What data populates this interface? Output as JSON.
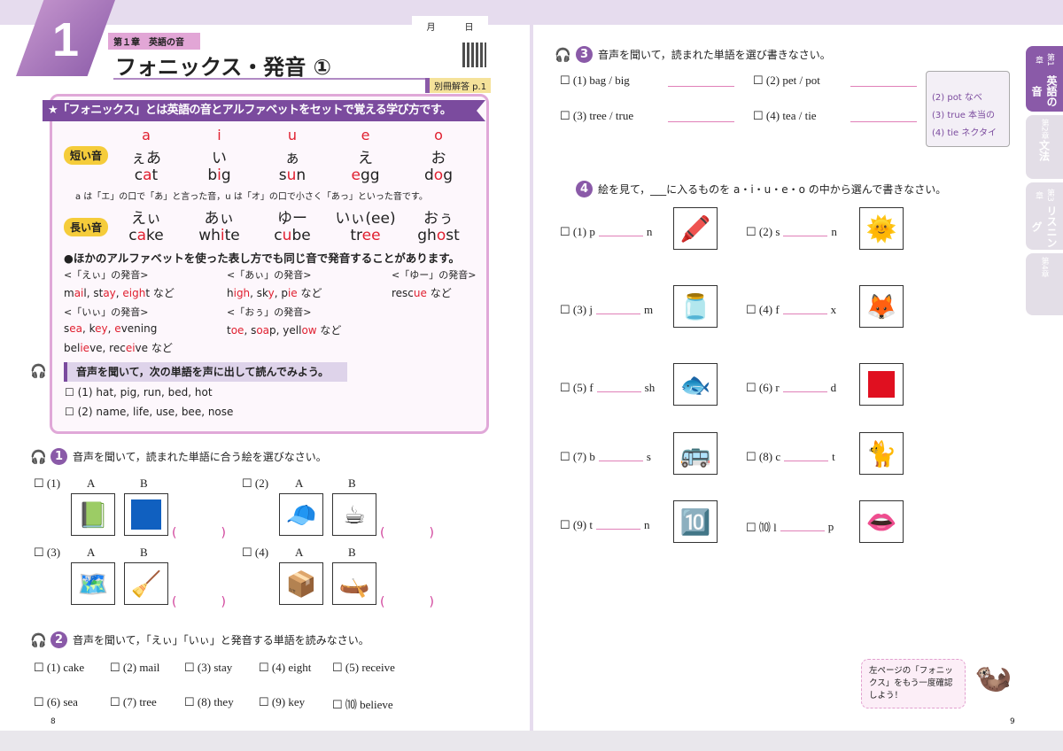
{
  "left": {
    "unit_number": "1",
    "chapter": "第１章　英語の音",
    "title": "フォニックス・発音 ①",
    "date": {
      "month": "月",
      "day": "日"
    },
    "answer_ref": "別冊解答 p.1",
    "intro": "★「フォニックス」とは英語の音とアルファベットをセットで覚える学び方です。",
    "short_label": "短い音",
    "long_label": "長い音",
    "vowels": [
      "a",
      "i",
      "u",
      "e",
      "o"
    ],
    "short_kana": [
      "ぇあ",
      "い",
      "ぁ",
      "え",
      "お"
    ],
    "short_words": [
      [
        [
          "c",
          0
        ],
        [
          "a",
          1
        ],
        [
          "t",
          0
        ]
      ],
      [
        [
          "b",
          0
        ],
        [
          "i",
          1
        ],
        [
          "g",
          0
        ]
      ],
      [
        [
          "s",
          0
        ],
        [
          "u",
          1
        ],
        [
          "n",
          0
        ]
      ],
      [
        [
          "e",
          1
        ],
        [
          "gg",
          0
        ]
      ],
      [
        [
          "d",
          0
        ],
        [
          "o",
          1
        ],
        [
          "g",
          0
        ]
      ]
    ],
    "short_note": "a は「エ」の口で「あ」と言った音，u は「オ」の口で小さく「あっ」といった音です。",
    "long_kana": [
      "えぃ",
      "あぃ",
      "ゆー",
      "いぃ(ee)",
      "おぅ"
    ],
    "long_words": [
      [
        [
          "c",
          0
        ],
        [
          "a",
          1
        ],
        [
          "ke",
          0
        ]
      ],
      [
        [
          "wh",
          0
        ],
        [
          "i",
          1
        ],
        [
          "te",
          0
        ]
      ],
      [
        [
          "c",
          0
        ],
        [
          "u",
          1
        ],
        [
          "be",
          0
        ]
      ],
      [
        [
          "tr",
          0
        ],
        [
          "ee",
          1
        ]
      ],
      [
        [
          "gh",
          0
        ],
        [
          "o",
          1
        ],
        [
          "st",
          0
        ]
      ]
    ],
    "other_bullet": "●ほかのアルファベットを使った表し方でも同じ音で発音することがあります。",
    "other": [
      {
        "head": "<「えぃ」の発音>",
        "lines": [
          [
            [
              "m",
              0
            ],
            [
              "ai",
              1
            ],
            [
              "l, st",
              0
            ],
            [
              "ay",
              1
            ],
            [
              ", ",
              0
            ],
            [
              "eigh",
              1
            ],
            [
              "t など",
              0
            ]
          ]
        ]
      },
      {
        "head": "<「あぃ」の発音>",
        "lines": [
          [
            [
              "h",
              0
            ],
            [
              "igh",
              1
            ],
            [
              ", sk",
              0
            ],
            [
              "y",
              1
            ],
            [
              ", p",
              0
            ],
            [
              "ie",
              1
            ],
            [
              " など",
              0
            ]
          ]
        ]
      },
      {
        "head": "<「ゆー」の発音>",
        "lines": [
          [
            [
              "resc",
              0
            ],
            [
              "ue",
              1
            ],
            [
              " など",
              0
            ]
          ]
        ]
      },
      {
        "head": "<「いぃ」の発音>",
        "lines": [
          [
            [
              "s",
              0
            ],
            [
              "ea",
              1
            ],
            [
              ", k",
              0
            ],
            [
              "ey",
              1
            ],
            [
              ", ",
              0
            ],
            [
              "e",
              1
            ],
            [
              "vening",
              0
            ]
          ],
          [
            [
              "bel",
              0
            ],
            [
              "ie",
              1
            ],
            [
              "ve, rec",
              0
            ],
            [
              "ei",
              1
            ],
            [
              "ve など",
              0
            ]
          ]
        ]
      },
      {
        "head": "<「おぅ」の発音>",
        "lines": [
          [
            [
              "t",
              0
            ],
            [
              "oe",
              1
            ],
            [
              ", s",
              0
            ],
            [
              "oa",
              1
            ],
            [
              "p, yell",
              0
            ],
            [
              "ow",
              1
            ],
            [
              " など",
              0
            ]
          ]
        ]
      }
    ],
    "listen_banner": "音声を聞いて，次の単語を声に出して読んでみよう。",
    "listen_items": [
      "☐ (1) hat, pig, run, bed, hot",
      "☐ (2) name, life, use, bee, nose"
    ],
    "q1": {
      "num": "1",
      "instruction": "音声を聞いて，読まれた単語に合う絵を選びなさい。",
      "items": [
        {
          "label": "☐ (1)",
          "a": "notebook",
          "b": "blue-square"
        },
        {
          "label": "☐ (2)",
          "a": "cap",
          "b": "cup"
        },
        {
          "label": "☐ (3)",
          "a": "map",
          "b": "mop"
        },
        {
          "label": "☐ (4)",
          "a": "box",
          "b": "boat"
        }
      ],
      "opt_a": "A",
      "opt_b": "B",
      "paren": "(　)"
    },
    "q2": {
      "num": "2",
      "instruction": "音声を聞いて，「えぃ」「いぃ」と発音する単語を読みなさい。",
      "items": [
        "☐ (1) cake",
        "☐ (2) mail",
        "☐ (3) stay",
        "☐ (4) eight",
        "☐ (5) receive",
        "☐ (6) sea",
        "☐ (7) tree",
        "☐ (8) they",
        "☐ (9) key",
        "☐ ⑽ believe"
      ]
    },
    "page_number": "8"
  },
  "right": {
    "q3": {
      "num": "3",
      "instruction": "音声を聞いて，読まれた単語を選び書きなさい。",
      "items": [
        "☐ (1) bag / big",
        "☐ (2) pet / pot",
        "☐ (3) tree / true",
        "☐ (4) tea / tie"
      ]
    },
    "hints": [
      "(2) pot なべ",
      "(3) true 本当の",
      "(4) tie ネクタイ"
    ],
    "q4": {
      "num": "4",
      "instruction": "絵を見て，___に入るものを a・i・u・e・o の中から選んで書きなさい。",
      "items": [
        {
          "pre": "☐ (1) p",
          "post": "n",
          "pic": "pen"
        },
        {
          "pre": "☐ (2) s",
          "post": "n",
          "pic": "sun"
        },
        {
          "pre": "☐ (3) j",
          "post": "m",
          "pic": "jam"
        },
        {
          "pre": "☐ (4) f",
          "post": "x",
          "pic": "fox"
        },
        {
          "pre": "☐ (5) f",
          "post": "sh",
          "pic": "fish"
        },
        {
          "pre": "☐ (6) r",
          "post": "d",
          "pic": "red"
        },
        {
          "pre": "☐ (7) b",
          "post": "s",
          "pic": "bus"
        },
        {
          "pre": "☐ (8) c",
          "post": "t",
          "pic": "cat"
        },
        {
          "pre": "☐ (9) t",
          "post": "n",
          "pic": "ten"
        },
        {
          "pre": "☐ ⑽ l",
          "post": "p",
          "pic": "lip"
        }
      ]
    },
    "tabs": [
      {
        "num": "第1章",
        "label": "英語の音",
        "active": true
      },
      {
        "num": "第2章",
        "label": "文法"
      },
      {
        "num": "第3章",
        "label": "リスニング"
      },
      {
        "num": "第4章",
        "label": ""
      }
    ],
    "bubble": "左ページの「フォニックス」をもう一度確認しよう！",
    "page_number": "9"
  },
  "colors": {
    "accent": "#7b4b9e",
    "highlight": "#e02030",
    "box_border": "#e0a8d8",
    "label_yellow": "#f5cc3a"
  }
}
